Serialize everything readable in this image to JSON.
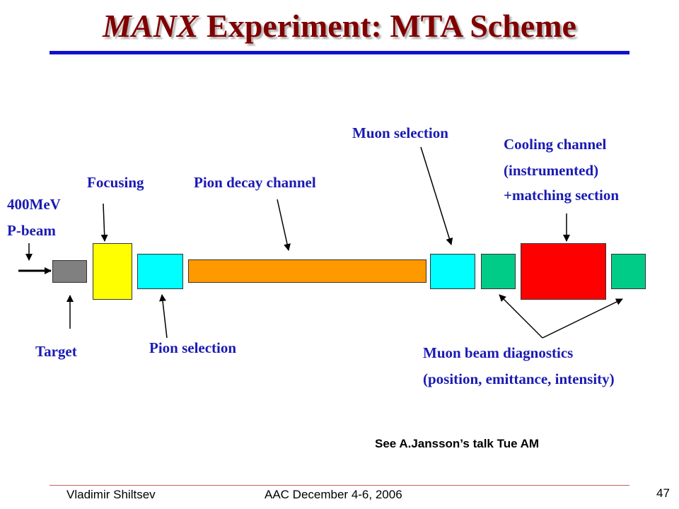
{
  "slide": {
    "title_italic": "MANX",
    "title_rest": " Experiment: MTA Scheme",
    "labels": {
      "pbeam_line1": "400MeV",
      "pbeam_line2": "P-beam",
      "focusing": "Focusing",
      "pion_decay": "Pion decay channel",
      "muon_selection": "Muon selection",
      "cooling_line1": "Cooling channel",
      "cooling_line2": "(instrumented)",
      "cooling_line3": "+matching section",
      "target": "Target",
      "pion_selection": "Pion selection",
      "diag_line1": "Muon beam diagnostics",
      "diag_line2": "(position, emittance, intensity)"
    },
    "note": "See A.Jansson’s talk Tue AM",
    "footer": {
      "author": "Vladimir Shiltsev",
      "event": "AAC December 4-6, 2006",
      "page": "47"
    },
    "colors": {
      "title": "#800000",
      "label": "#1a1ab4",
      "target": "#808080",
      "focusing": "#ffff00",
      "pion_selection": "#00ffff",
      "pion_decay": "#ff9900",
      "muon_selection": "#00ffff",
      "diagnostics": "#00cc88",
      "cooling": "#ff0000"
    }
  }
}
